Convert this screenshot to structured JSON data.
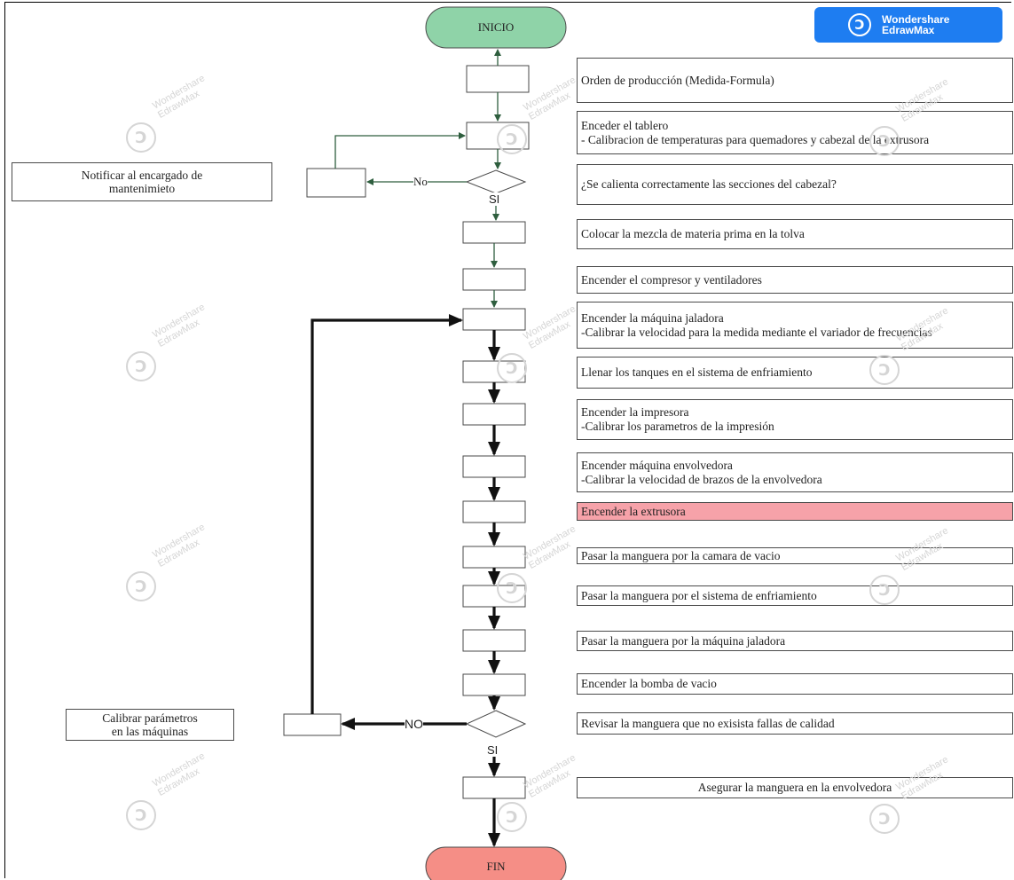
{
  "terminals": {
    "start": "INICIO",
    "end": "FIN"
  },
  "brand": {
    "line1": "Wondershare",
    "line2": "EdrawMax",
    "text": "Wondershare\nEdrawMax",
    "icon": "edrawmax-logo-icon"
  },
  "watermark": {
    "text": "Wondershare\nEdrawMax",
    "icon": "edrawmax-watermark-icon"
  },
  "steps": [
    "Orden de producción (Medida-Formula)",
    "Enceder el tablero\n- Calibracion de temperaturas para quemadores y cabezal de la extrusora",
    "¿Se calienta correctamente las secciones del cabezal?",
    "Colocar la mezcla de materia prima en la tolva",
    "Encender el compresor y ventiladores",
    "Encender la máquina jaladora\n-Calibrar la velocidad para la  medida mediante el variador de frecuencias",
    "Llenar los tanques en el sistema de enfriamiento",
    "Encender la impresora\n-Calibrar los parametros de la impresión",
    "Encender máquina envolvedora\n-Calibrar la velocidad de brazos de la envolvedora",
    "Encender la extrusora",
    "Pasar la manguera por la camara de vacio",
    "Pasar la manguera por el sistema de enfriamiento",
    "Pasar la manguera por la máquina jaladora",
    "Encender la bomba de vacio",
    "Revisar la manguera que no exisista fallas de calidad",
    "Asegurar la manguera en la envolvedora"
  ],
  "side_notes": {
    "maintenance": "Notificar al encargado de\nmantenimieto",
    "calibrate": "Calibrar parámetros\nen las máquinas"
  },
  "branches": {
    "no_1": "No",
    "si_1": "SI",
    "no_2": "NO",
    "si_2": "SI"
  },
  "colors": {
    "start_fill": "#8fd3a8",
    "end_fill": "#f58e86",
    "highlight_fill": "#f6a2a9",
    "thin_arrow": "#2e5e3e",
    "thick_arrow": "#111111",
    "brand_blue": "#1e7df1"
  }
}
